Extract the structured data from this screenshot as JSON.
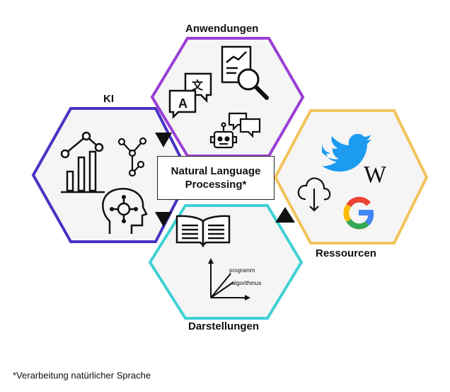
{
  "hexagons": {
    "ki": {
      "label": "KI",
      "color": "#4634c4"
    },
    "anwendungen": {
      "label": "Anwendungen",
      "color": "#9b3fd6"
    },
    "ressourcen": {
      "label": "Ressourcen",
      "color": "#f2c35c"
    },
    "darstellungen": {
      "label": "Darstellungen",
      "color": "#3fd0d4"
    }
  },
  "center": {
    "line1": "Natural Language",
    "line2": "Processing*"
  },
  "representation_axes": {
    "label_top": "programm",
    "label_bottom": "algorithmus"
  },
  "footnote": "*Verarbeitung natürlicher Sprache",
  "icons": {
    "ki": [
      "line-chart-icon",
      "bar-chart-icon",
      "network-graph-icon",
      "ai-head-icon"
    ],
    "anwendungen": [
      "translation-icon",
      "chart-search-icon",
      "chatbot-icon"
    ],
    "ressourcen": [
      "twitter-icon",
      "wikipedia-icon",
      "cloud-download-icon",
      "google-icon"
    ],
    "darstellungen": [
      "open-book-icon",
      "vector-axes-icon"
    ]
  }
}
